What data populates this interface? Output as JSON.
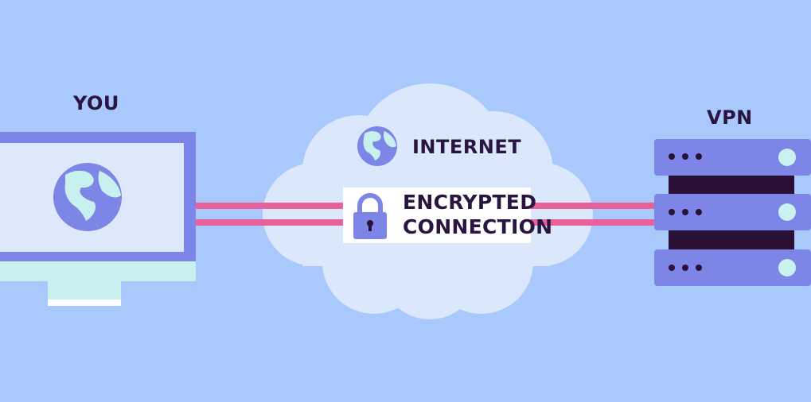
{
  "labels": {
    "you": "YOU",
    "vpn": "VPN",
    "internet": "INTERNET",
    "connection_line1": "ENCRYPTED",
    "connection_line2": "CONNECTION"
  },
  "icons": {
    "computer": "monitor-icon",
    "screen_globe": "globe-icon",
    "internet_globe": "globe-icon",
    "lock": "padlock-icon",
    "server": "server-rack-icon",
    "cloud": "cloud-icon"
  },
  "colors": {
    "background": "#a9c8fb",
    "accent_purple": "#7d86e6",
    "tunnel_pink": "#e9619a",
    "cloud": "#dbe8fb",
    "dark_text": "#2a1540",
    "server_gap": "#2b1037",
    "server_light": "#c9f2f1"
  }
}
